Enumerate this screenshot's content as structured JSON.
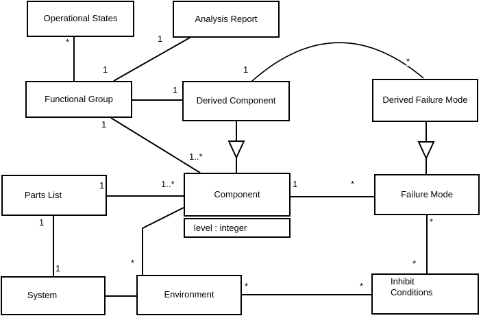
{
  "diagram": {
    "type": "uml-class-diagram",
    "classes": {
      "operational_states": {
        "name": "Operational States"
      },
      "analysis_report": {
        "name": "Analysis Report"
      },
      "functional_group": {
        "name": "Functional Group"
      },
      "derived_component": {
        "name": "Derived Component"
      },
      "derived_failure_mode": {
        "name": "Derived Failure Mode"
      },
      "component": {
        "name": "Component",
        "attributes": [
          "level : integer"
        ]
      },
      "failure_mode": {
        "name": "Failure Mode"
      },
      "parts_list": {
        "name": "Parts List"
      },
      "system": {
        "name": "System"
      },
      "environment": {
        "name": "Environment"
      },
      "inhibit_conditions": {
        "name": "Inhibit Conditions"
      }
    },
    "multiplicities": {
      "os_fg_os_end": "*",
      "ar_fg_ar_end": "1",
      "ar_fg_fg_end": "1",
      "fg_dc_dc_end": "1",
      "fg_comp_fg_end": "1",
      "fg_comp_comp_end": "1..*",
      "dc_dfm_dc_end": "1",
      "dc_dfm_dfm_end": "*",
      "pl_comp_pl_end": "1",
      "pl_comp_comp_end": "1..*",
      "comp_fm_comp_end": "1",
      "comp_fm_fm_end": "*",
      "pl_sys_pl_end": "1",
      "pl_sys_sys_end": "1",
      "comp_env_env_end": "*",
      "fm_ic_fm_end": "*",
      "fm_ic_ic_end": "*",
      "env_ic_env_end": "*",
      "env_ic_ic_end": "*"
    },
    "relationships": [
      {
        "source": "Operational States",
        "target": "Functional Group",
        "source_label": "*",
        "type": "association"
      },
      {
        "source": "Analysis Report",
        "target": "Functional Group",
        "source_label": "1",
        "target_label": "1",
        "type": "association"
      },
      {
        "source": "Functional Group",
        "target": "Derived Component",
        "target_label": "1",
        "type": "association"
      },
      {
        "source": "Functional Group",
        "target": "Component",
        "source_label": "1",
        "target_label": "1..*",
        "type": "association"
      },
      {
        "source": "Derived Component",
        "target": "Component",
        "type": "generalization"
      },
      {
        "source": "Derived Component",
        "target": "Derived Failure Mode",
        "source_label": "1",
        "target_label": "*",
        "type": "association",
        "style": "curved"
      },
      {
        "source": "Derived Failure Mode",
        "target": "Failure Mode",
        "type": "generalization"
      },
      {
        "source": "Parts List",
        "target": "Component",
        "source_label": "1",
        "target_label": "1..*",
        "type": "association"
      },
      {
        "source": "Component",
        "target": "Failure Mode",
        "source_label": "1",
        "target_label": "*",
        "type": "association"
      },
      {
        "source": "Parts List",
        "target": "System",
        "source_label": "1",
        "target_label": "1",
        "type": "association"
      },
      {
        "source": "System",
        "target": "Environment",
        "type": "association"
      },
      {
        "source": "Component",
        "target": "Environment",
        "target_label": "*",
        "type": "association"
      },
      {
        "source": "Environment",
        "target": "Inhibit Conditions",
        "source_label": "*",
        "target_label": "*",
        "type": "association"
      },
      {
        "source": "Failure Mode",
        "target": "Inhibit Conditions",
        "source_label": "*",
        "target_label": "*",
        "type": "association"
      }
    ]
  }
}
